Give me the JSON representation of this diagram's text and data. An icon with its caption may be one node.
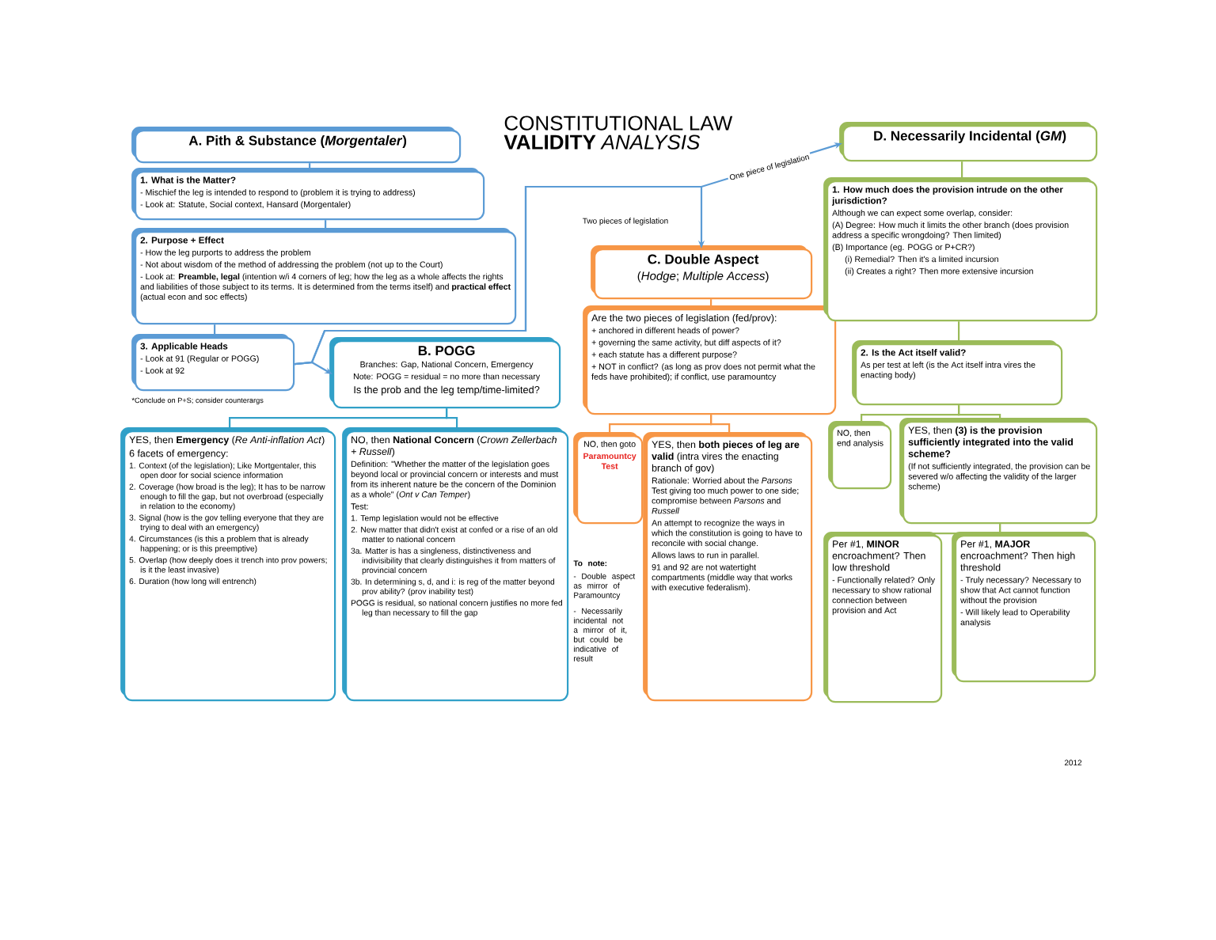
{
  "diagram": {
    "title": "CONSTITUTIONAL LAW **VALIDITY** *ANALYSIS*",
    "nodes": [
      {
        "text": [
          "A. Pith & Substance (*Morgentaler*)"
        ]
      },
      {
        "text": [
          "1. What is the Matter?",
          "- Mischief the leg is intended to respond to (problem it is trying to address)",
          "- Look at: Statute, Social context, Hansard (Morgentaler)"
        ]
      },
      {
        "text": [
          "2. Purpose + Effect",
          "- How the leg purports to address the problem",
          "- Not about wisdom of the method of addressing the problem (not up to the Court)",
          "- Look at: **Preamble, legal** (intention w/i 4 corners of leg; how the leg as a whole affects the rights and liabilities of those subject to its terms. It is determined from the terms itself) and **practical effect** (actual econ and soc effects)"
        ]
      },
      {
        "text": [
          "3. Applicable Heads",
          "- Look at 91 (Regular or POGG)",
          "- Look at 92"
        ],
        "beside": [
          "*Conclude on P+S; consider counterargs"
        ]
      },
      {
        "text": [
          "B. POGG",
          "Branches: Gap, National Concern, Emergency",
          "Note: POGG = residual = no more than necessary",
          "Is the prob and the leg temp/time-limited?"
        ]
      },
      {
        "text": [
          "YES, then **Emergency** (*Re Anti-inflation Act*)",
          "6 facets of emergency:",
          "1. Context (of the legislation); Like Mortgentaler, this open door for social science information",
          "2. Coverage (how broad is the leg); It has to be narrow enough to fill the gap, but not overbroad (especially in relation to the economy)",
          "3. Signal (how is the gov telling everyone that they are trying to deal with an emergency)",
          "4. Circumstances (is this a problem that is already happening; or is this preemptive)",
          "5. Overlap (how deeply does it trench into prov powers; is it the least invasive)",
          "6. Duration (how long will entrench)"
        ]
      },
      {
        "text": [
          "NO, then **National Concern** (*Crown Zellerbach + Russell*)",
          "Definition: \"Whether the matter of the legislation goes beyond local or provincial concern or interests and must from its inherent nature be the concern of the Dominion as a whole\" (*Ont v Can Temper*)",
          "Test:",
          "1. Temp legislation would not be effective",
          "2. New matter that didn't exist at confed or a rise of an old matter to national concern",
          "3a. Matter is has a singleness, distinctiveness and indivisibility that clearly distinguishes it from matters of provincial concern",
          "3b. In determining s, d, and i: is reg of the matter beyond prov ability? (prov inability test)",
          "POGG is residual, so national concern justifies no more fed leg than necessary to fill the gap"
        ]
      },
      {
        "text": [
          "C. Double Aspect",
          "(*Hodge*; *Multiple Access*)"
        ]
      },
      {
        "text": [
          "Are the two pieces of legislation (fed/prov):",
          "+ anchored in different heads of power?",
          "+ governing the same activity, but diff aspects of it?",
          "+ each statute has a different purpose?",
          "+ NOT in conflict? (as long as prov does not permit what the feds have prohibited); if conflict, use paramountcy"
        ]
      },
      {
        "text": [
          "NO, then goto",
          "Paramountcy Test"
        ]
      },
      {
        "text": [
          "YES, then **both pieces of leg are valid** (intra vires the enacting branch of gov)",
          "Rationale: Worried about the *Parsons* Test giving too much power to one side; compromise between *Parsons* and *Russell*",
          "An attempt to recognize the ways in which the constitution is going to have to reconcile with social change.",
          "Allows laws to run in parallel.",
          "91 and 92 are not watertight compartments (middle way that works with executive federalism)."
        ]
      },
      {
        "text": [
          "D. Necessarily Incidental (*GM*)"
        ]
      },
      {
        "text": [
          "1. How much does the provision intrude on the other jurisdiction?",
          "Although we can expect some overlap, consider:",
          "(A) Degree: How much it limits the other branch (does provision address a specific wrongdoing? Then limited)",
          "(B) Importance (eg. POGG or P+CR?)",
          "(i) Remedial? Then it's a limited incursion",
          "(ii) Creates a right? Then more extensive incursion"
        ]
      },
      {
        "text": [
          "2. Is the Act itself valid?",
          "As per test at left (is the Act itself intra vires the enacting body)"
        ]
      },
      {
        "text": [
          "NO, then end analysis"
        ]
      },
      {
        "text": [
          "YES, then **(3) is the provision sufficiently integrated into the valid scheme?**",
          "(If not sufficiently integrated, the provision can be severed w/o affecting the validity of the larger scheme)"
        ]
      },
      {
        "text": [
          "Per #1, **MINOR** encroachment? Then low threshold",
          "- Functionally related? Only necessary to show rational connection between provision and Act"
        ]
      },
      {
        "text": [
          "Per #1, **MAJOR** encroachment? Then high threshold",
          "- Truly necessary? Necessary to show that Act cannot function without the provision",
          "- Will likely lead to Operability analysis"
        ]
      }
    ],
    "edges": [
      {
        "from": 0,
        "to": 1,
        "arrow": "none"
      },
      {
        "from": 1,
        "to": 2,
        "arrow": "none"
      },
      {
        "from": 2,
        "to": 3,
        "arrow": "none"
      },
      {
        "from": 3,
        "to": 4,
        "arrow": "to"
      },
      {
        "from": 3,
        "to": 7,
        "arrow": "to",
        "label": "Two pieces of legislation"
      },
      {
        "from": 3,
        "to": 11,
        "arrow": "to",
        "label": "One piece of legislation"
      },
      {
        "from": 4,
        "to": 5,
        "arrow": "none",
        "color": "#31a0c8"
      },
      {
        "from": 4,
        "to": 6,
        "arrow": "none",
        "color": "#31a0c8"
      },
      {
        "from": 7,
        "to": 8,
        "arrow": "none",
        "color": "#f79646"
      },
      {
        "from": 8,
        "to": 9,
        "arrow": "none",
        "color": "#f79646"
      },
      {
        "from": 8,
        "to": 10,
        "arrow": "none",
        "color": "#f79646"
      },
      {
        "from": 11,
        "to": 12,
        "arrow": "none",
        "color": "#9bbb59"
      },
      {
        "from": 12,
        "to": 13,
        "arrow": "none",
        "color": "#9bbb59"
      },
      {
        "from": 13,
        "to": 14,
        "arrow": "none",
        "color": "#9bbb59"
      },
      {
        "from": 13,
        "to": 15,
        "arrow": "none",
        "color": "#9bbb59"
      },
      {
        "from": 15,
        "to": 16,
        "arrow": "none",
        "color": "#9bbb59"
      },
      {
        "from": 15,
        "to": 17,
        "arrow": "none",
        "color": "#9bbb59"
      }
    ],
    "labels": [
      "To note:",
      "- Double aspect as mirror of Paramountcy",
      "- Necessarily incidental not a mirror of it, but could be indicative of result",
      "2012"
    ]
  }
}
